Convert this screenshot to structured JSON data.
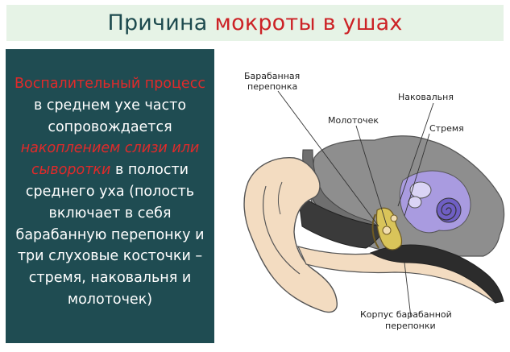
{
  "title": {
    "part1": "Причина",
    "part2": "мокроты в ушах"
  },
  "panel": {
    "highlight1": "Воспалительный процесс",
    "text1": "в среднем ухе часто сопровождается",
    "highlight2": "накоплением слизи или сыворотки",
    "text2": "в полости среднего уха (полость включает в себя барабанную перепонку и три слуховые косточки – стремя, наковальня и молоточек)"
  },
  "labels": {
    "eardrum_1": "Барабанная",
    "eardrum_2": "перепонка",
    "anvil": "Наковальня",
    "hammer": "Молоточек",
    "stirrup": "Стремя",
    "body_1": "Корпус барабанной",
    "body_2": "перепонки"
  },
  "colors": {
    "title_dark": "#1d4a4e",
    "title_red": "#cc2226",
    "panel_bg": "#1f4c52",
    "highlight": "#e12a2a",
    "skin": "#f3dcc1",
    "inner_ear": "#a99be0"
  }
}
